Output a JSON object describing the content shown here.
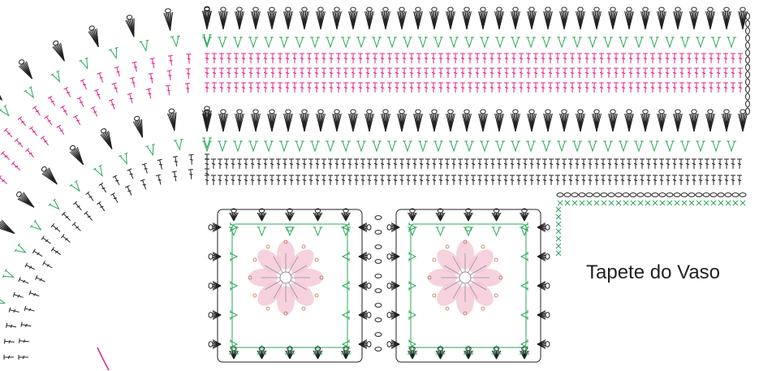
{
  "caption": "Tapete do Vaso",
  "colors": {
    "black": "#222222",
    "green": "#2aa85a",
    "magenta": "#e0218a",
    "pink": "#f3c7d6",
    "flower_center": "#9a8c98",
    "brown": "#b8734e",
    "white": "#ffffff"
  },
  "symbols": [
    "chain-stitch-oval",
    "single-crochet-x",
    "double-crochet-t",
    "cluster-shell",
    "v-stitch",
    "puff-stitch"
  ]
}
